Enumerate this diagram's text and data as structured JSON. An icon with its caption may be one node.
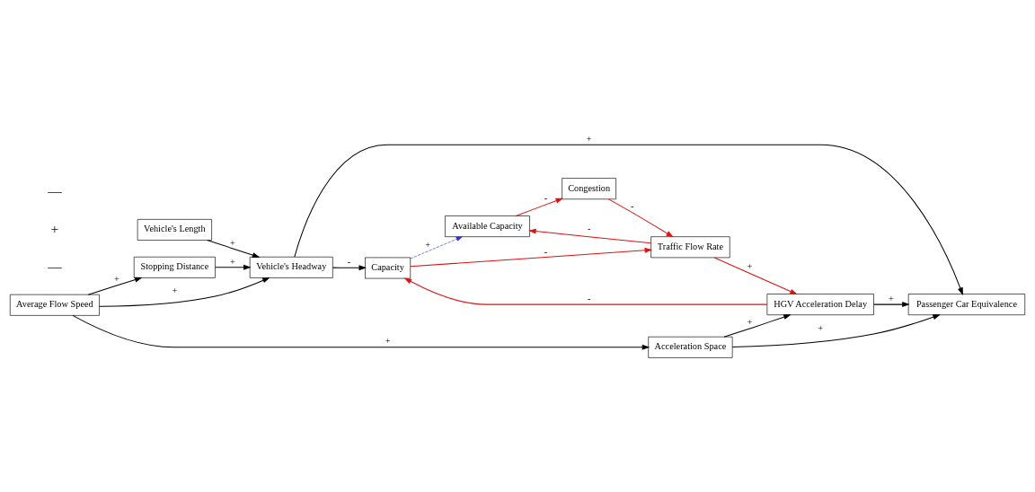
{
  "diagram": {
    "nodes": [
      {
        "text": [
          "Stopping Distance"
        ]
      },
      {
        "text": [
          "Vehicle's Length"
        ]
      },
      {
        "text": [
          "Average Flow Speed"
        ]
      },
      {
        "text": [
          "Vehicle's Headway"
        ]
      },
      {
        "text": [
          "Capacity"
        ]
      },
      {
        "text": [
          "Available Capacity"
        ]
      },
      {
        "text": [
          "Traffic Flow Rate"
        ]
      },
      {
        "text": [
          "Congestion"
        ]
      },
      {
        "text": [
          "Acceleration Space"
        ]
      },
      {
        "text": [
          "HGV Acceleration Delay"
        ]
      },
      {
        "text": [
          "Passenger Car Equivalence"
        ]
      }
    ],
    "edges": [
      {
        "from": 2,
        "to": 0,
        "arrow": "to",
        "label": "+"
      },
      {
        "from": 0,
        "to": 3,
        "arrow": "to",
        "label": "+"
      },
      {
        "from": 2,
        "to": 3,
        "arrow": "to",
        "label": "+"
      },
      {
        "from": 1,
        "to": 3,
        "arrow": "to",
        "label": "+"
      },
      {
        "from": 3,
        "to": 4,
        "arrow": "to",
        "label": "-"
      },
      {
        "from": 4,
        "to": 5,
        "arrow": "to",
        "label": "+",
        "style": "dashed",
        "color": "#3030d0"
      },
      {
        "from": 4,
        "to": 6,
        "arrow": "to",
        "label": "-",
        "color": "#dd1111"
      },
      {
        "from": 6,
        "to": 5,
        "arrow": "to",
        "label": "-",
        "color": "#dd1111"
      },
      {
        "from": 5,
        "to": 7,
        "arrow": "to",
        "label": "-",
        "color": "#dd1111"
      },
      {
        "from": 7,
        "to": 6,
        "arrow": "to",
        "label": "-",
        "color": "#dd1111"
      },
      {
        "from": 6,
        "to": 9,
        "arrow": "to",
        "label": "+",
        "color": "#dd1111"
      },
      {
        "from": 9,
        "to": 4,
        "arrow": "to",
        "label": "-",
        "color": "#dd1111"
      },
      {
        "from": 2,
        "to": 8,
        "arrow": "to",
        "label": "+"
      },
      {
        "from": 8,
        "to": 9,
        "arrow": "to",
        "label": "+"
      },
      {
        "from": 3,
        "to": 10,
        "arrow": "to",
        "label": "+"
      },
      {
        "from": 8,
        "to": 10,
        "arrow": "to",
        "label": "+"
      },
      {
        "from": 9,
        "to": 10,
        "arrow": "to",
        "label": "+"
      }
    ],
    "labels": [
      "—",
      "+",
      "—"
    ]
  }
}
